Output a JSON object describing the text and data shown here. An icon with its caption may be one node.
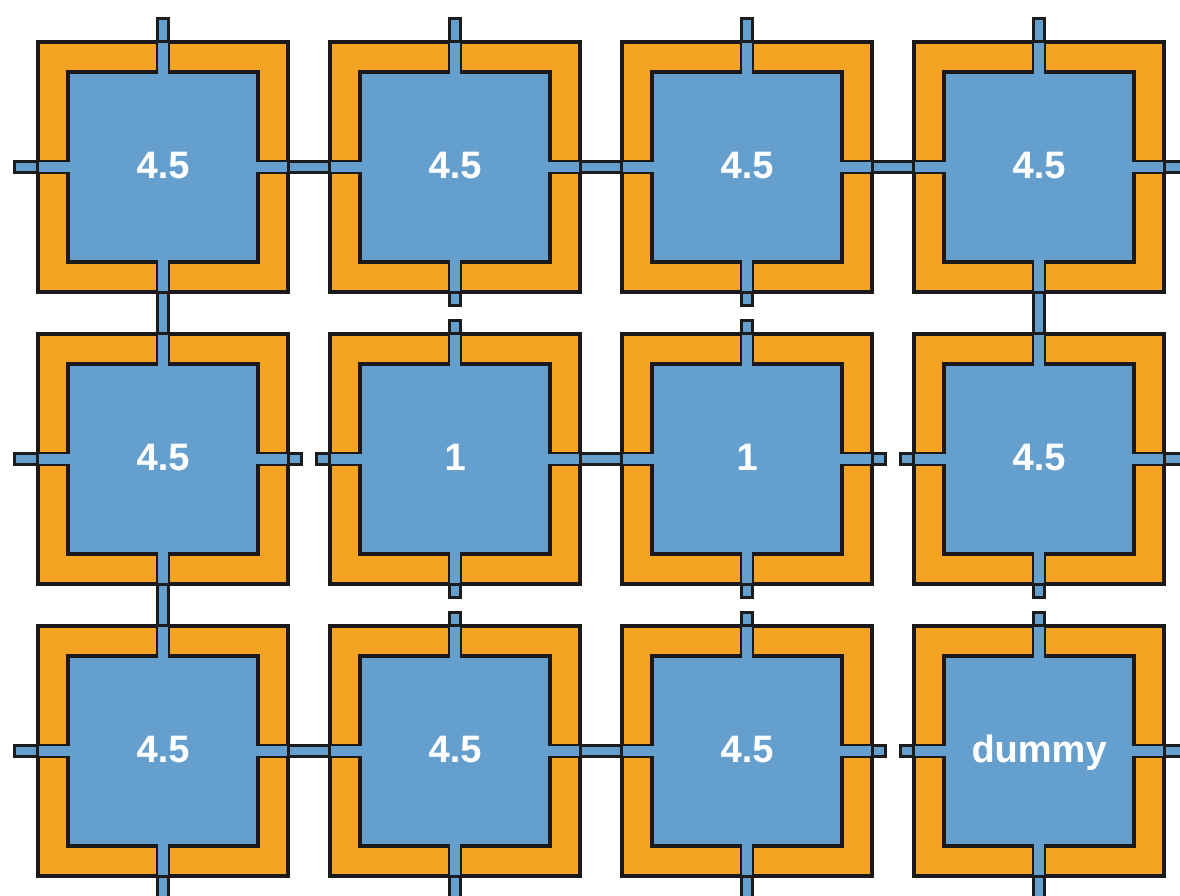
{
  "diagram": {
    "nodes": [
      {
        "text": [
          "4.5"
        ]
      },
      {
        "text": [
          "4.5"
        ]
      },
      {
        "text": [
          "4.5"
        ]
      },
      {
        "text": [
          "4.5"
        ]
      },
      {
        "text": [
          "4.5"
        ]
      },
      {
        "text": [
          "1"
        ]
      },
      {
        "text": [
          "1"
        ]
      },
      {
        "text": [
          "4.5"
        ]
      },
      {
        "text": [
          "4.5"
        ]
      },
      {
        "text": [
          "4.5"
        ]
      },
      {
        "text": [
          "4.5"
        ]
      },
      {
        "text": [
          "dummy"
        ]
      }
    ],
    "edges": [
      {
        "from": 0,
        "to": 1,
        "arrow": "none"
      },
      {
        "from": 1,
        "to": 2,
        "arrow": "none"
      },
      {
        "from": 2,
        "to": 3,
        "arrow": "none"
      },
      {
        "from": 0,
        "to": 4,
        "arrow": "none"
      },
      {
        "from": 3,
        "to": 7,
        "arrow": "none"
      },
      {
        "from": 5,
        "to": 6,
        "arrow": "none"
      },
      {
        "from": 4,
        "to": 8,
        "arrow": "none"
      },
      {
        "from": 8,
        "to": 9,
        "arrow": "none"
      },
      {
        "from": 9,
        "to": 10,
        "arrow": "none"
      }
    ]
  }
}
